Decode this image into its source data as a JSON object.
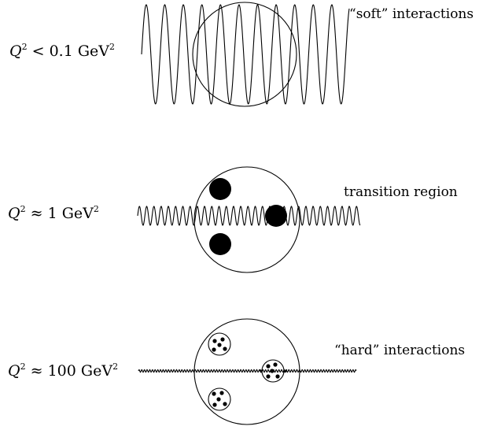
{
  "rows": [
    {
      "id": "soft",
      "q_symbol": "Q",
      "exponent": "2",
      "relation": "<",
      "value": "0.1",
      "unit": "GeV",
      "unit_exponent": "2",
      "description": "“soft” interactions"
    },
    {
      "id": "transition",
      "q_symbol": "Q",
      "exponent": "2",
      "relation": "≈",
      "value": "1",
      "unit": "GeV",
      "unit_exponent": "2",
      "description": "transition region"
    },
    {
      "id": "hard",
      "q_symbol": "Q",
      "exponent": "2",
      "relation": "≈",
      "value": "100",
      "unit": "GeV",
      "unit_exponent": "2",
      "description": "“hard” interactions"
    }
  ],
  "colors": {
    "ink": "#000000",
    "background": "#ffffff"
  }
}
